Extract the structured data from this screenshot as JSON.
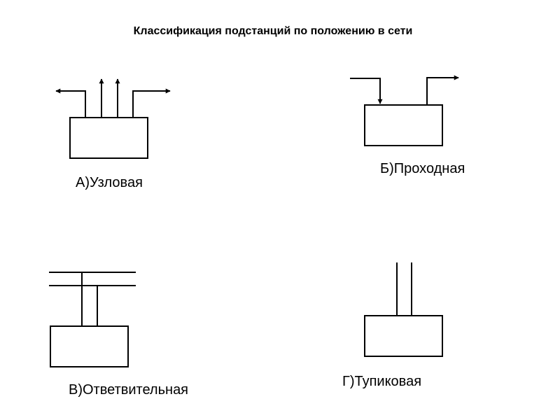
{
  "slide": {
    "title": "Классификация подстанций по положению в сети"
  },
  "diagrams": {
    "a": {
      "label": "А)Узловая"
    },
    "b": {
      "label": "Б)Проходная"
    },
    "v": {
      "label": "В)Ответвительная"
    },
    "g": {
      "label": "Г)Тупиковая"
    }
  },
  "colors": {
    "stroke": "#000000",
    "background": "#ffffff"
  }
}
